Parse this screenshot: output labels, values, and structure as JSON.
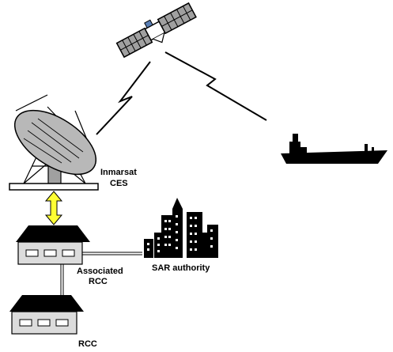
{
  "labels": {
    "ces_line1": "Inmarsat",
    "ces_line2": "CES",
    "assoc_line1": "Associated",
    "assoc_line2": "RCC",
    "sar": "SAR authority",
    "rcc": "RCC"
  },
  "colors": {
    "ink": "#000000",
    "arrow_fill": "#ffff33",
    "dish_grey": "#b8b8b8",
    "panel_grey": "#a0a0a0",
    "building_grey": "#dcdcdc"
  },
  "icons": [
    "satellite-icon",
    "dish-antenna-icon",
    "ship-icon",
    "building-icon",
    "city-skyline-icon",
    "lightning-link-icon"
  ]
}
